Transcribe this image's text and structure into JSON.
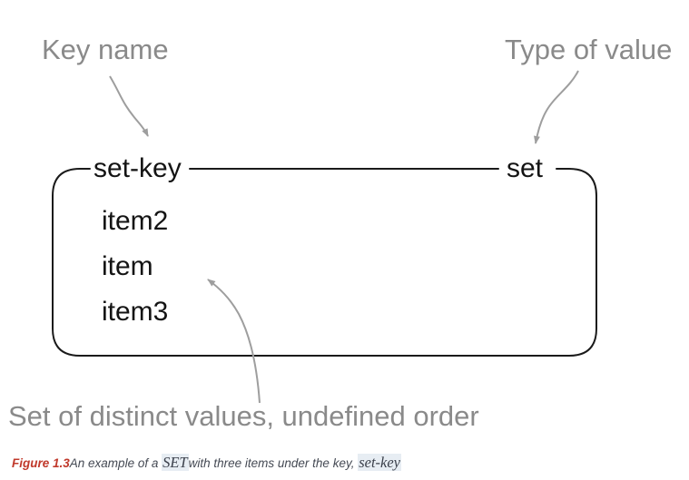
{
  "diagram": {
    "key_name_label": "Key name",
    "type_of_value_label": "Type of value",
    "key_text": "set-key",
    "type_text": "set",
    "items": [
      "item2",
      "item",
      "item3"
    ],
    "bottom_label": "Set of distinct values, undefined order"
  },
  "caption": {
    "figure_label": "Figure 1.3",
    "text_1": "An example of a ",
    "code_1": "SET",
    "text_2": "with three items under the key, ",
    "code_2": "set-key"
  },
  "colors": {
    "label_gray": "#8a8a8a",
    "arrow_gray": "#9e9e9e",
    "ink": "#1a1a1a",
    "figure_red": "#c0392b",
    "caption_text": "#454a54",
    "code_highlight_bg": "#e7edf3"
  }
}
